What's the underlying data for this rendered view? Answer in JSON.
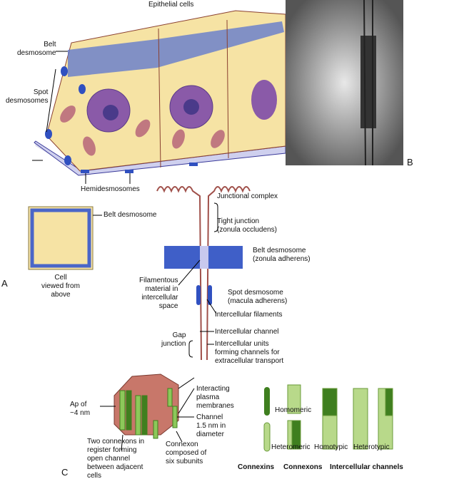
{
  "panel_a": {
    "letter": "A",
    "title": "Epithelial cells",
    "belt_desmosome": "Belt\ndesmosome",
    "spot_desmosomes": "Spot\ndesmosomes",
    "hemidesmosomes": "Hemidesmosomes",
    "belt_desmosome_top": "Belt desmosome",
    "cell_viewed": "Cell\nviewed from\nabove",
    "junctional_complex": "Junctional complex",
    "tight_junction": "Tight junction\n(zonula occludens)",
    "belt_desmosome_za": "Belt desmosome\n(zonula adherens)",
    "filamentous": "Filamentous\nmaterial in\nintercellular\nspace",
    "spot_desmosome_ma": "Spot desmosome\n(macula adherens)",
    "intercellular_filaments": "Intercellular filaments",
    "gap_junction": "Gap\njunction",
    "intercellular_channel": "Intercellular channel",
    "intercellular_units": "Intercellular units\nforming channels for\nextracellular transport"
  },
  "panel_b": {
    "letter": "B"
  },
  "panel_c": {
    "letter": "C",
    "ap": "Ap of\n~4 nm",
    "interacting": "Interacting\nplasma\nmembranes",
    "channel": "Channel\n1.5 nm in\ndiameter",
    "two_connexons": "Two connexons in\nregister forming\nopen channel\nbetween adjacent\ncells",
    "connexon_composed": "Connexon\ncomposed of\nsix subunits",
    "homomeric": "Homomeric",
    "heteromeric": "Heteromeric",
    "homotypic": "Homotypic",
    "heterotypic": "Heterotypic",
    "connexins": "Connexins",
    "connexons": "Connexons",
    "intercellular_channels": "Intercellular channels"
  },
  "colors": {
    "cell": "#f6e3a4",
    "belt": "#4a66c8",
    "nucleus": "#8a5aa8",
    "membrane": "#a0504a",
    "green_dark": "#3f7f1f",
    "green_light": "#b8d98a"
  }
}
